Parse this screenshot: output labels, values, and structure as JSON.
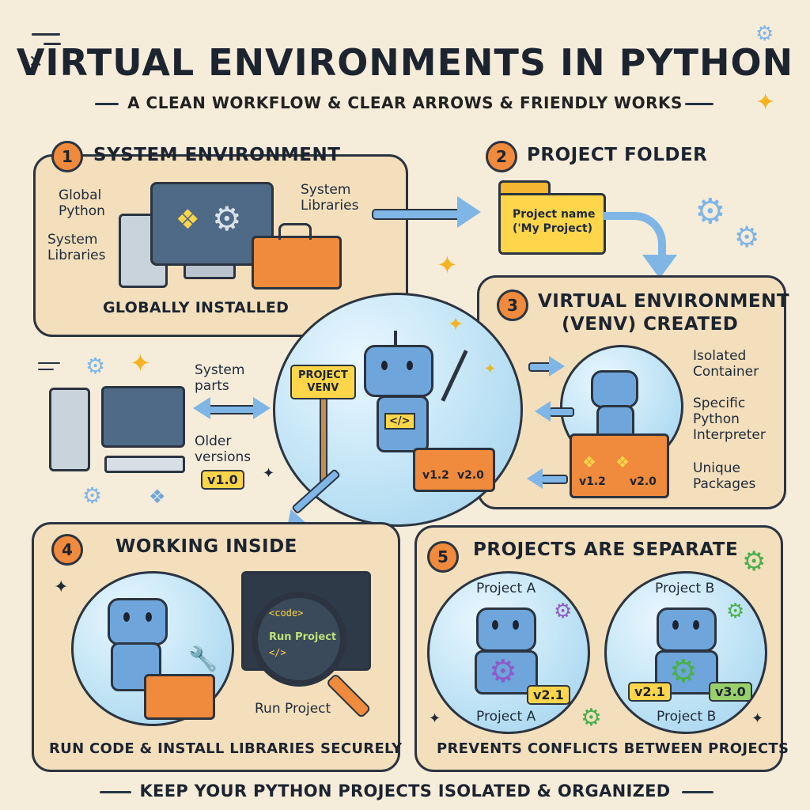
{
  "header": {
    "title": "VIRTUAL ENVIRONMENTS IN PYTHON",
    "subtitle": "A CLEAN WORKFLOW & CLEAR ARROWS & FRIENDLY WORKS"
  },
  "step1": {
    "number": "1",
    "title": "SYSTEM ENVIRONMENT",
    "label_global": "Global\nPython",
    "label_syslib_left": "System\nLibraries",
    "label_syslib_right": "System\nLibraries",
    "caption": "GLOBALLY INSTALLED"
  },
  "step2": {
    "number": "2",
    "title": "PROJECT FOLDER",
    "folder_label": "Project name\n('My Project)"
  },
  "step3": {
    "number": "3",
    "title_line1": "VIRTUAL ENVIRONMENT",
    "title_line2": "(VENV) CREATED",
    "label_isolated": "Isolated\nContainer",
    "label_interpreter": "Specific\nPython\nInterpreter",
    "label_packages": "Unique\nPackages",
    "tag_a": "v1.2",
    "tag_b": "v2.0"
  },
  "center": {
    "sign": "PROJECT\nVENV",
    "tag_a": "v1.2",
    "tag_b": "v2.0"
  },
  "left_middle": {
    "label_parts": "System\nparts",
    "label_older": "Older\nversions",
    "tag": "v1.0"
  },
  "step4": {
    "number": "4",
    "title": "WORKING INSIDE",
    "code_tag": "<code>",
    "code_run": "Run Project",
    "code_close": "</>",
    "run_label": "Run Project",
    "caption": "RUN CODE & INSTALL LIBRARIES SECURELY"
  },
  "step5": {
    "number": "5",
    "title": "PROJECTS ARE SEPARATE",
    "a_top": "Project A",
    "a_bottom": "Project A",
    "a_tag": "v2.1",
    "b_top": "Project B",
    "b_bottom": "Project B",
    "b_tag1": "v2.1",
    "b_tag2": "v3.0",
    "caption": "PREVENTS CONFLICTS BETWEEN PROJECTS"
  },
  "footer": {
    "text": "KEEP YOUR PYTHON PROJECTS ISOLATED & ORGANIZED"
  },
  "colors": {
    "background": "#f6ecda",
    "panel": "#f3dfbc",
    "accent_orange": "#f08a3c",
    "accent_yellow": "#ffd54a",
    "robot_blue": "#6ea6dc",
    "arrow_blue": "#7fb6e6"
  },
  "icons": [
    "python-logo-icon",
    "gear-icon",
    "sparkle-icon",
    "folder-icon",
    "magnifier-icon",
    "wrench-icon",
    "toolbox-icon",
    "computer-icon"
  ]
}
